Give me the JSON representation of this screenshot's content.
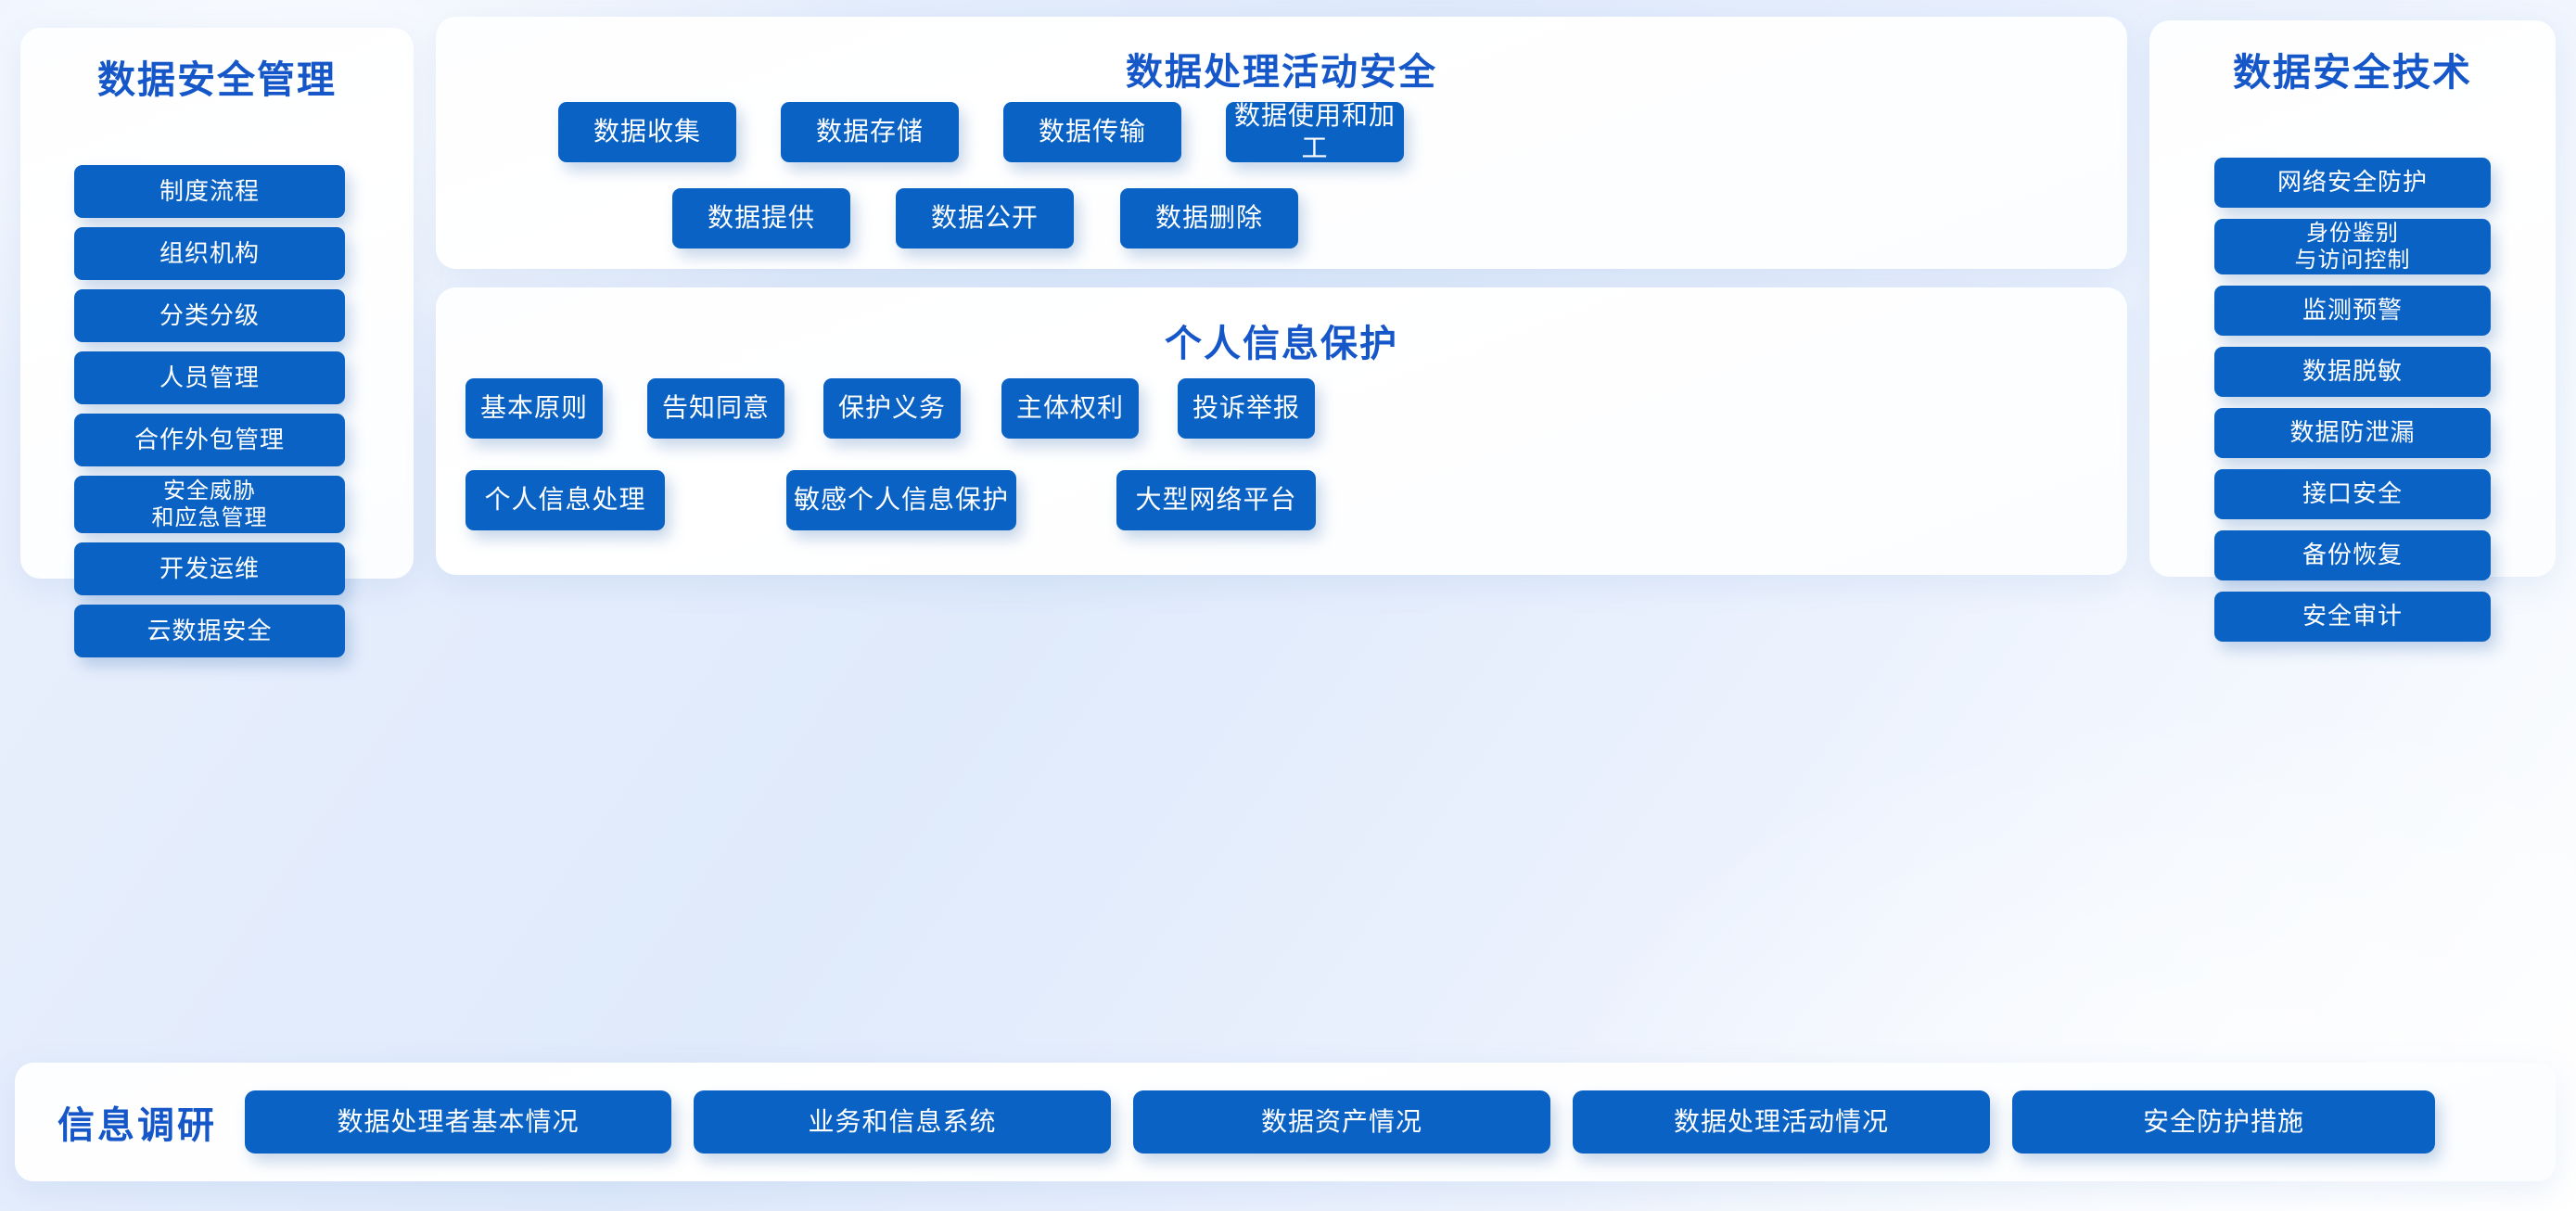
{
  "theme": {
    "chip_fill": "#0a62c4",
    "chip_text": "#ffffff",
    "title_color": "#1557c8",
    "panel_bg": "#ffffff",
    "page_bg": "#e6eefc"
  },
  "left_panel": {
    "title": "数据安全管理",
    "items": [
      {
        "label": "制度流程",
        "lines": 1
      },
      {
        "label": "组织机构",
        "lines": 1
      },
      {
        "label": "分类分级",
        "lines": 1
      },
      {
        "label": "人员管理",
        "lines": 1
      },
      {
        "label": "合作外包管理",
        "lines": 1
      },
      {
        "label": "安全威胁\n和应急管理",
        "lines": 2
      },
      {
        "label": "开发运维",
        "lines": 1
      },
      {
        "label": "云数据安全",
        "lines": 1
      }
    ]
  },
  "center_top_panel": {
    "title": "数据处理活动安全",
    "row1": [
      {
        "label": "数据收集"
      },
      {
        "label": "数据存储"
      },
      {
        "label": "数据传输"
      },
      {
        "label": "数据使用和加工"
      }
    ],
    "row2": [
      {
        "label": "数据提供"
      },
      {
        "label": "数据公开"
      },
      {
        "label": "数据删除"
      }
    ]
  },
  "center_bottom_panel": {
    "title": "个人信息保护",
    "row1": [
      {
        "label": "基本原则"
      },
      {
        "label": "告知同意"
      },
      {
        "label": "保护义务"
      },
      {
        "label": "主体权利"
      },
      {
        "label": "投诉举报"
      }
    ],
    "row2": [
      {
        "label": "个人信息处理"
      },
      {
        "label": "敏感个人信息保护"
      },
      {
        "label": "大型网络平台"
      }
    ]
  },
  "right_panel": {
    "title": "数据安全技术",
    "items": [
      {
        "label": "网络安全防护",
        "lines": 1
      },
      {
        "label": "身份鉴别\n与访问控制",
        "lines": 2
      },
      {
        "label": "监测预警",
        "lines": 1
      },
      {
        "label": "数据脱敏",
        "lines": 1
      },
      {
        "label": "数据防泄漏",
        "lines": 1
      },
      {
        "label": "接口安全",
        "lines": 1
      },
      {
        "label": "备份恢复",
        "lines": 1
      },
      {
        "label": "安全审计",
        "lines": 1
      }
    ]
  },
  "bottom_bar": {
    "title": "信息调研",
    "items": [
      {
        "label": "数据处理者基本情况"
      },
      {
        "label": "业务和信息系统"
      },
      {
        "label": "数据资产情况"
      },
      {
        "label": "数据处理活动情况"
      },
      {
        "label": "安全防护措施"
      }
    ]
  }
}
